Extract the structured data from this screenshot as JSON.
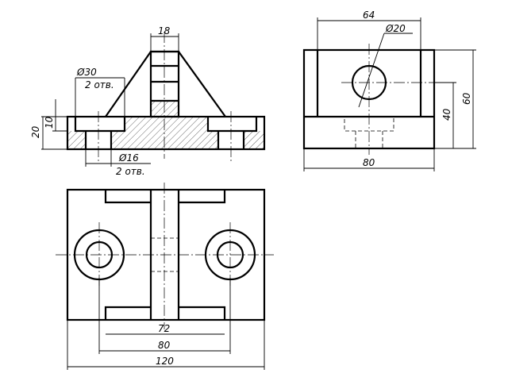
{
  "dimensions": {
    "front_width": "18",
    "front_counterbore_dia": "Ø30",
    "front_counterbore_qty": "2 отв.",
    "front_height_total": "20",
    "front_height_base": "10",
    "front_hole_dia": "Ø16",
    "front_hole_qty": "2 отв.",
    "side_top_width": "64",
    "side_hole_dia": "Ø20",
    "side_height_total": "60",
    "side_height_mid": "40",
    "side_width": "80",
    "plan_inner": "72",
    "plan_mid": "80",
    "plan_total": "120"
  }
}
